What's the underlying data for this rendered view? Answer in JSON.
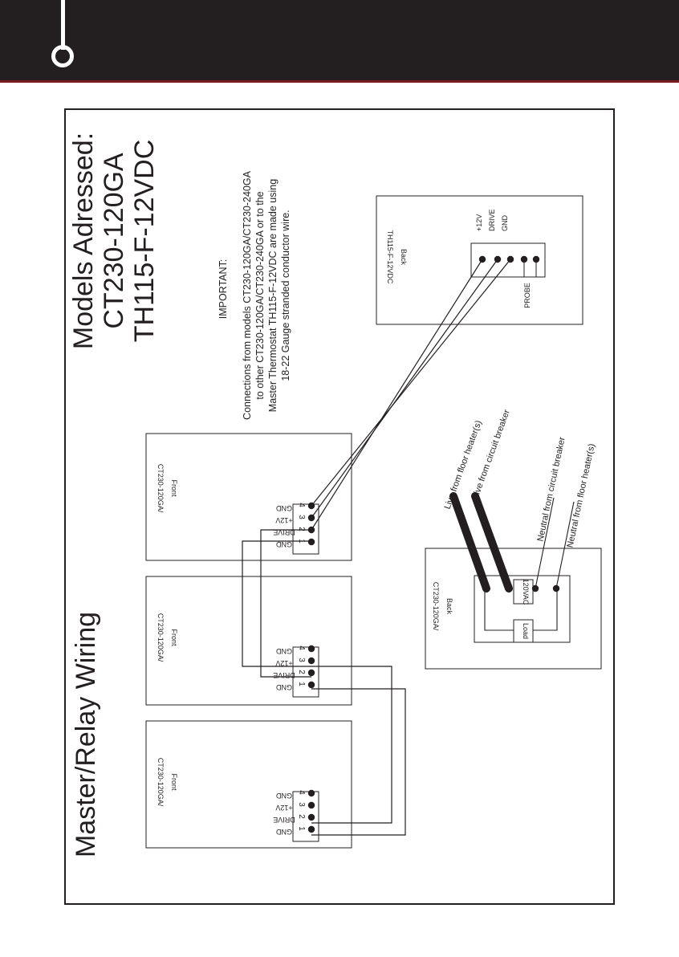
{
  "colors": {
    "header": "#231f20",
    "accent": "#7a1a1d",
    "ink": "#231f20"
  },
  "title": "Master/Relay Wiring",
  "models": {
    "heading": "Models Adressed:",
    "model1": "CT230-120GA",
    "model2": "TH115-F-12VDC"
  },
  "important": {
    "heading": "IMPORTANT:",
    "lines": [
      "Connections from models CT230-120GA/CT230-240GA",
      "to other CT230-120GA/CT230-240GA or to the",
      "Master Thermostat TH115-F-12VDC are made using",
      "18-22 Gauge stranded conductor wire."
    ]
  },
  "front_units": [
    {
      "model": "CT230-120GA/",
      "side": "Front"
    },
    {
      "model": "CT230-120GA/",
      "side": "Front"
    },
    {
      "model": "CT230-120GA/",
      "side": "Front"
    }
  ],
  "terminals": {
    "numbers": [
      "1",
      "2",
      "3",
      "4"
    ],
    "labels": [
      "GND",
      "DRIVE",
      "+12V",
      "GND"
    ]
  },
  "master": {
    "model": "TH115-F-12VDC",
    "side": "Back",
    "labels": [
      "+12V",
      "DRIVE",
      "GND"
    ],
    "probe": "PROBE"
  },
  "back_unit": {
    "model": "CT230-120GA/",
    "side": "Back",
    "voltage": "120VAC",
    "load": "Load",
    "wires": [
      "Live from floor heater(s)",
      "Live from circuit breaker",
      "Neutral from circuit breaker",
      "Neutral from floor heater(s)"
    ]
  }
}
